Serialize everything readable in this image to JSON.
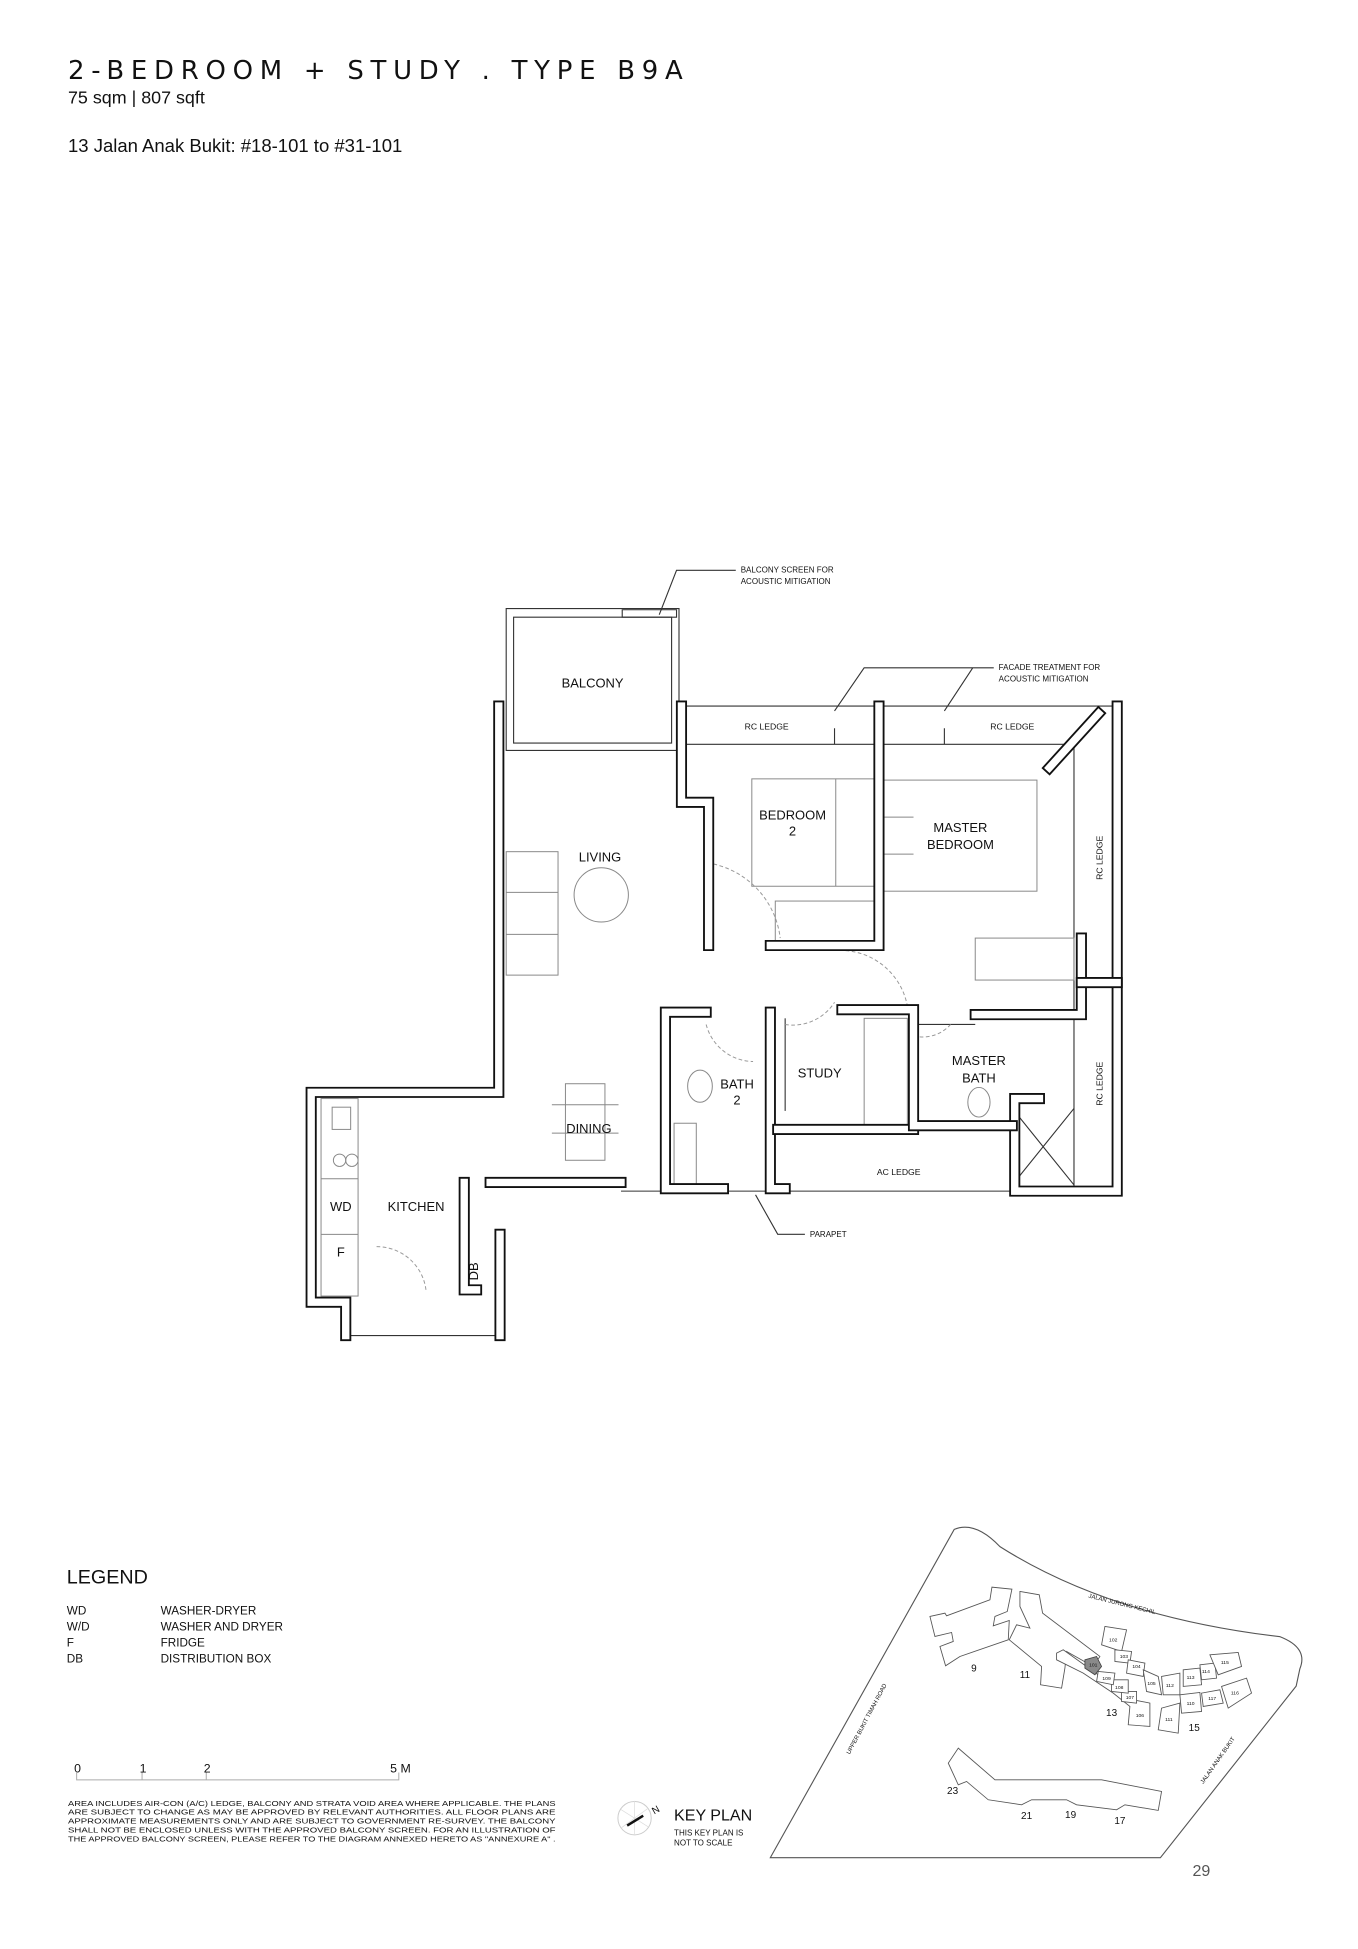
{
  "header": {
    "title": "2-BEDROOM + STUDY . TYPE B9A",
    "area": "75 sqm | 807 sqft",
    "address": "13 Jalan Anak Bukit: #18-101 to #31-101"
  },
  "floor_plan": {
    "rooms": {
      "balcony": "BALCONY",
      "living": "LIVING",
      "bedroom2_l1": "BEDROOM",
      "bedroom2_l2": "2",
      "master_l1": "MASTER",
      "master_l2": "BEDROOM",
      "bath2_l1": "BATH",
      "bath2_l2": "2",
      "study": "STUDY",
      "master_bath_l1": "MASTER",
      "master_bath_l2": "BATH",
      "dining": "DINING",
      "kitchen": "KITCHEN",
      "wd": "WD",
      "f": "F",
      "db": "DB",
      "rc_ledge": "RC LEDGE",
      "ac_ledge": "AC LEDGE"
    },
    "annotations": {
      "balcony_screen_1": "BALCONY SCREEN FOR",
      "balcony_screen_2": "ACOUSTIC MITIGATION",
      "facade_1": "FACADE TREATMENT FOR",
      "facade_2": "ACOUSTIC MITIGATION",
      "parapet": "PARAPET"
    }
  },
  "legend": {
    "title": "LEGEND",
    "items": [
      {
        "code": "WD",
        "meaning": "WASHER-DRYER"
      },
      {
        "code": "W/D",
        "meaning": "WASHER AND DRYER"
      },
      {
        "code": "F",
        "meaning": "FRIDGE"
      },
      {
        "code": "DB",
        "meaning": "DISTRIBUTION BOX"
      }
    ]
  },
  "scale_bar": {
    "ticks": [
      "0",
      "1",
      "2",
      "5 M"
    ]
  },
  "disclaimer": [
    "AREA INCLUDES AIR-CON (A/C) LEDGE, BALCONY AND STRATA VOID AREA WHERE APPLICABLE. THE PLANS",
    "ARE SUBJECT TO CHANGE AS MAY BE APPROVED BY RELEVANT AUTHORITIES. ALL FLOOR PLANS ARE",
    "APPROXIMATE MEASUREMENTS ONLY AND ARE SUBJECT TO GOVERNMENT RE-SURVEY. THE BALCONY",
    "SHALL NOT BE ENCLOSED UNLESS WITH THE APPROVED BALCONY SCREEN. FOR AN ILLUSTRATION OF",
    "THE APPROVED BALCONY SCREEN, PLEASE REFER TO THE DIAGRAM ANNEXED HERETO AS \"ANNEXURE A\" ."
  ],
  "key_plan": {
    "title": "KEY PLAN",
    "note_1": "THIS KEY PLAN IS",
    "note_2": "NOT TO SCALE",
    "compass": "N",
    "highlight_color": "#8a8a8a",
    "roads": {
      "north": "JALAN JURONG KECHIL",
      "west": "UPPER BUKIT TIMAH ROAD",
      "east": "JALAN ANAK BUKIT"
    },
    "blocks": [
      "9",
      "11",
      "13",
      "15",
      "23",
      "21",
      "19",
      "17"
    ],
    "units": [
      "101",
      "102",
      "103",
      "104",
      "105",
      "106",
      "107",
      "108",
      "109",
      "110",
      "111",
      "112",
      "113",
      "114",
      "115",
      "116",
      "117"
    ],
    "highlighted_unit": "101"
  },
  "page_number": "29"
}
